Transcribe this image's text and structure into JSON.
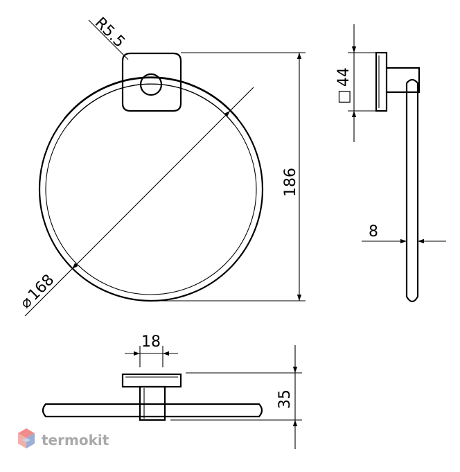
{
  "dimensions": {
    "radius": "R5.5",
    "diameter_value": "168",
    "height": "186",
    "square": "44",
    "rod": "8",
    "spacing": "18",
    "depth": "35"
  },
  "symbols": {
    "diameter": "⌀",
    "square": "□"
  },
  "logo": {
    "text": "termokit",
    "colors": [
      "#f08c8c",
      "#f3b0a8",
      "#9ab0d6",
      "#c9d3ea"
    ]
  }
}
